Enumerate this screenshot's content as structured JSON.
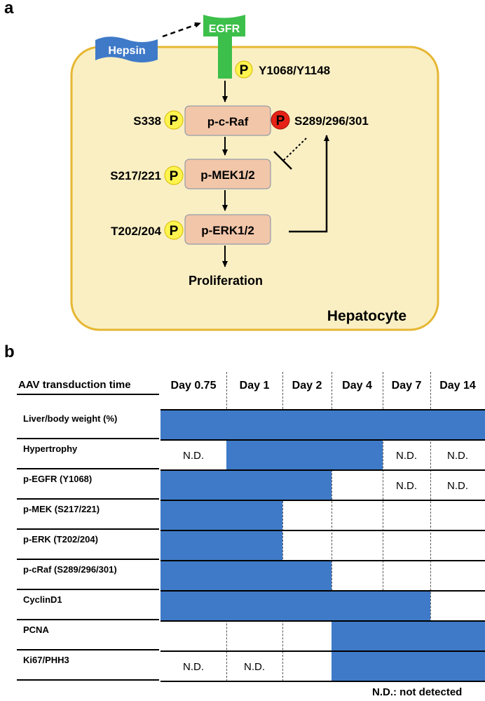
{
  "panel_a": {
    "letter": "a",
    "receptor": "EGFR",
    "ligand": "Hepsin",
    "egfr_site": "Y1068/Y1148",
    "phospho_mark": "P",
    "nodes": [
      {
        "label": "p-c-Raf",
        "left_site": "S338",
        "right_site": "S289/296/301"
      },
      {
        "label": "p-MEK1/2",
        "left_site": "S217/221"
      },
      {
        "label": "p-ERK1/2",
        "left_site": "T202/204"
      }
    ],
    "output": "Proliferation",
    "cell_label": "Hepatocyte",
    "colors": {
      "cell_fill": "#faefc3",
      "cell_border": "#e6b733",
      "node_fill": "#f2c6a9",
      "phospho_yellow": "#fff44f",
      "phospho_red": "#e62117",
      "egfr": "#3dbf4b",
      "hepsin": "#3f7ac8"
    }
  },
  "panel_b": {
    "letter": "b",
    "header_label": "AAV transduction time",
    "columns": [
      "Day 0.75",
      "Day 1",
      "Day 2",
      "Day 4",
      "Day 7",
      "Day 14"
    ],
    "rows": [
      {
        "label": "Liver/body weight (%)",
        "cells": [
          "fill",
          "fill",
          "fill",
          "fill",
          "fill",
          "fill"
        ]
      },
      {
        "label": "Hypertrophy",
        "cells": [
          "N.D.",
          "fill",
          "fill",
          "fill",
          "N.D.",
          "N.D."
        ]
      },
      {
        "label": "p-EGFR (Y1068)",
        "cells": [
          "fill",
          "fill",
          "fill",
          "",
          "N.D.",
          "N.D."
        ]
      },
      {
        "label": "p-MEK (S217/221)",
        "cells": [
          "fill",
          "fill",
          "",
          "",
          "",
          ""
        ]
      },
      {
        "label": "p-ERK (T202/204)",
        "cells": [
          "fill",
          "fill",
          "",
          "",
          "",
          ""
        ]
      },
      {
        "label": "p-cRaf (S289/296/301)",
        "cells": [
          "fill",
          "fill",
          "fill",
          "",
          "",
          ""
        ]
      },
      {
        "label": "CyclinD1",
        "cells": [
          "fill",
          "fill",
          "fill",
          "fill",
          "fill",
          ""
        ]
      },
      {
        "label": "PCNA",
        "cells": [
          "",
          "",
          "",
          "fill",
          "fill",
          "fill"
        ]
      },
      {
        "label": "Ki67/PHH3",
        "cells": [
          "N.D.",
          "N.D.",
          "",
          "fill",
          "fill",
          "fill"
        ]
      }
    ],
    "footnote": "N.D.: not detected",
    "fill_color": "#3f7ac8"
  }
}
